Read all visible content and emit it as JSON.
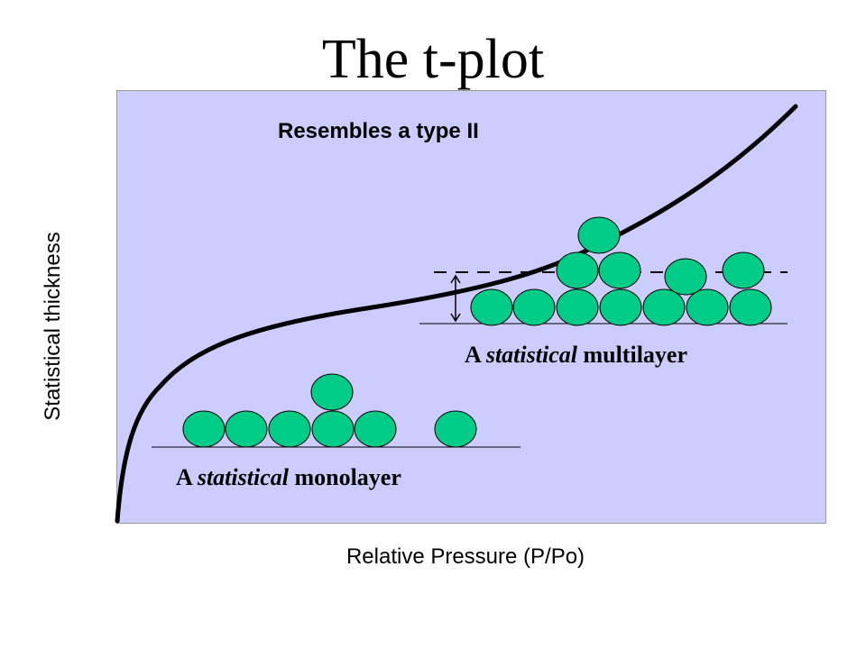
{
  "title": "The t-plot",
  "annotation": "Resembles a type II",
  "y_axis_label": "Statistical thickness",
  "x_axis_label": "Relative Pressure (P/Po)",
  "monolayer_caption": {
    "article": "A",
    "emphasis": "statistical",
    "rest": "monolayer"
  },
  "multilayer_caption": {
    "article": "A",
    "emphasis": "statistical",
    "rest": "multilayer"
  },
  "colors": {
    "plot_background": "#ccccff",
    "molecule_fill": "#00cc88",
    "curve": "#000000"
  }
}
